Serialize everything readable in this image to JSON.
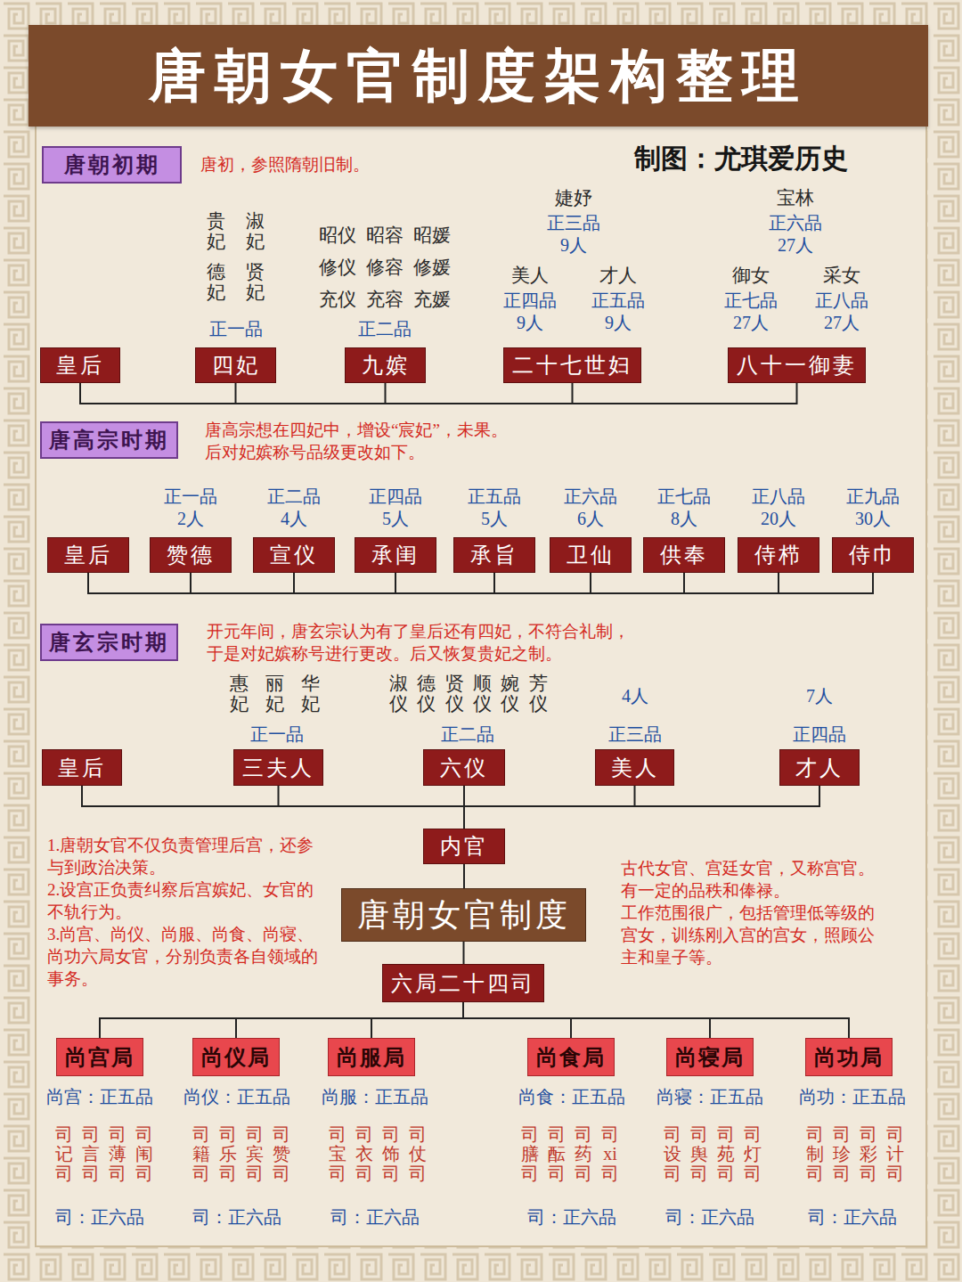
{
  "diagram": {
    "title": "唐朝女官制度架构整理",
    "nodes": [
      {
        "text": [
          "唐朝初期"
        ]
      },
      {
        "text": [
          "皇后"
        ]
      },
      {
        "text": [
          "四妃"
        ]
      },
      {
        "text": [
          "九嫔"
        ]
      },
      {
        "text": [
          "二十七世妇"
        ]
      },
      {
        "text": [
          "八十一御妻"
        ]
      },
      {
        "text": [
          "唐高宗时期"
        ]
      },
      {
        "text": [
          "皇后"
        ]
      },
      {
        "text": [
          "赞德"
        ]
      },
      {
        "text": [
          "宣仪"
        ]
      },
      {
        "text": [
          "承闺"
        ]
      },
      {
        "text": [
          "承旨"
        ]
      },
      {
        "text": [
          "卫仙"
        ]
      },
      {
        "text": [
          "供奉"
        ]
      },
      {
        "text": [
          "侍栉"
        ]
      },
      {
        "text": [
          "侍巾"
        ]
      },
      {
        "text": [
          "唐玄宗时期"
        ]
      },
      {
        "text": [
          "皇后"
        ]
      },
      {
        "text": [
          "三夫人"
        ]
      },
      {
        "text": [
          "六仪"
        ]
      },
      {
        "text": [
          "美人"
        ]
      },
      {
        "text": [
          "才人"
        ]
      },
      {
        "text": [
          "内官"
        ]
      },
      {
        "text": [
          "唐朝女官制度"
        ]
      },
      {
        "text": [
          "六局二十四司"
        ]
      },
      {
        "text": [
          "尚宫局"
        ]
      },
      {
        "text": [
          "尚仪局"
        ]
      },
      {
        "text": [
          "尚服局"
        ]
      },
      {
        "text": [
          "尚食局"
        ]
      },
      {
        "text": [
          "尚寝局"
        ]
      },
      {
        "text": [
          "尚功局"
        ]
      }
    ],
    "edges": [
      {
        "from": 1,
        "to": 2,
        "arrow": "none"
      },
      {
        "from": 1,
        "to": 3,
        "arrow": "none"
      },
      {
        "from": 1,
        "to": 4,
        "arrow": "none"
      },
      {
        "from": 1,
        "to": 5,
        "arrow": "none"
      },
      {
        "from": 7,
        "to": 8,
        "arrow": "none"
      },
      {
        "from": 7,
        "to": 9,
        "arrow": "none"
      },
      {
        "from": 7,
        "to": 10,
        "arrow": "none"
      },
      {
        "from": 7,
        "to": 11,
        "arrow": "none"
      },
      {
        "from": 7,
        "to": 12,
        "arrow": "none"
      },
      {
        "from": 7,
        "to": 13,
        "arrow": "none"
      },
      {
        "from": 7,
        "to": 14,
        "arrow": "none"
      },
      {
        "from": 7,
        "to": 15,
        "arrow": "none"
      },
      {
        "from": 17,
        "to": 18,
        "arrow": "none"
      },
      {
        "from": 17,
        "to": 19,
        "arrow": "none"
      },
      {
        "from": 17,
        "to": 20,
        "arrow": "none"
      },
      {
        "from": 17,
        "to": 21,
        "arrow": "none"
      },
      {
        "from": 19,
        "to": 22,
        "arrow": "none"
      },
      {
        "from": 22,
        "to": 23,
        "arrow": "none"
      },
      {
        "from": 23,
        "to": 24,
        "arrow": "none"
      },
      {
        "from": 24,
        "to": 25,
        "arrow": "none"
      },
      {
        "from": 24,
        "to": 26,
        "arrow": "none"
      },
      {
        "from": 24,
        "to": 27,
        "arrow": "none"
      },
      {
        "from": 24,
        "to": 28,
        "arrow": "none"
      },
      {
        "from": 24,
        "to": 29,
        "arrow": "none"
      },
      {
        "from": 24,
        "to": 30,
        "arrow": "none"
      }
    ],
    "labels": [
      "制图：尤琪爱历史",
      "唐初，参照隋朝旧制。",
      "贵妃",
      "淑妃",
      "德妃",
      "贤妃",
      "正一品",
      "昭仪 昭容 昭媛",
      "修仪 修容 修媛",
      "充仪 充容 充媛",
      "正二品",
      "婕妤",
      "正三品",
      "9人",
      "美人",
      "正四品",
      "9人",
      "才人",
      "正五品",
      "9人",
      "宝林",
      "正六品",
      "27人",
      "御女",
      "正七品",
      "27人",
      "采女",
      "正八品",
      "27人",
      "唐高宗想在四妃中，增设“宸妃”，未果。",
      "后对妃嫔称号品级更改如下。",
      "正一品",
      "2人",
      "正二品",
      "4人",
      "正四品",
      "5人",
      "正五品",
      "5人",
      "正六品",
      "6人",
      "正七品",
      "8人",
      "正八品",
      "20人",
      "正九品",
      "30人",
      "开元年间，唐玄宗认为有了皇后还有四妃，不符合礼制，",
      "于是对妃嫔称号进行更改。后又恢复贵妃之制。",
      "惠妃",
      "丽妃",
      "华妃",
      "正一品",
      "淑仪",
      "德仪",
      "贤仪",
      "顺仪",
      "婉仪",
      "芳仪",
      "正二品",
      "4人",
      "正三品",
      "7人",
      "正四品",
      "1.唐朝女官不仅负责管理后宫，还参与到政治决策。",
      "2.设宫正负责纠察后宫嫔妃、女官的不轨行为。",
      "3.尚宫、尚仪、尚服、尚食、尚寝、尚功六局女官，分别负责各自领域的事务。",
      "古代女官、宫廷女官，又称宫官。",
      "有一定的品秩和俸禄。",
      "工作范围很广，包括管理低等级的宫女，训练刚入宫的宫女，照顾公主和皇子等。",
      "尚宫：正五品",
      "司记司",
      "司言司",
      "司薄司",
      "司闱司",
      "司：正六品",
      "尚仪：正五品",
      "司籍司",
      "司乐司",
      "司宾司",
      "司赞司",
      "司：正六品",
      "尚服：正五品",
      "司宝司",
      "司衣司",
      "司饰司",
      "司仗司",
      "司：正六品",
      "尚食：正五品",
      "司膳司",
      "司酝司",
      "司药司",
      "司xi司",
      "司：正六品",
      "尚寝：正五品",
      "司设司",
      "司舆司",
      "司苑司",
      "司灯司",
      "司：正六品",
      "尚功：正五品",
      "司制司",
      "司珍司",
      "司彩司",
      "司计司",
      "司：正六品"
    ]
  }
}
